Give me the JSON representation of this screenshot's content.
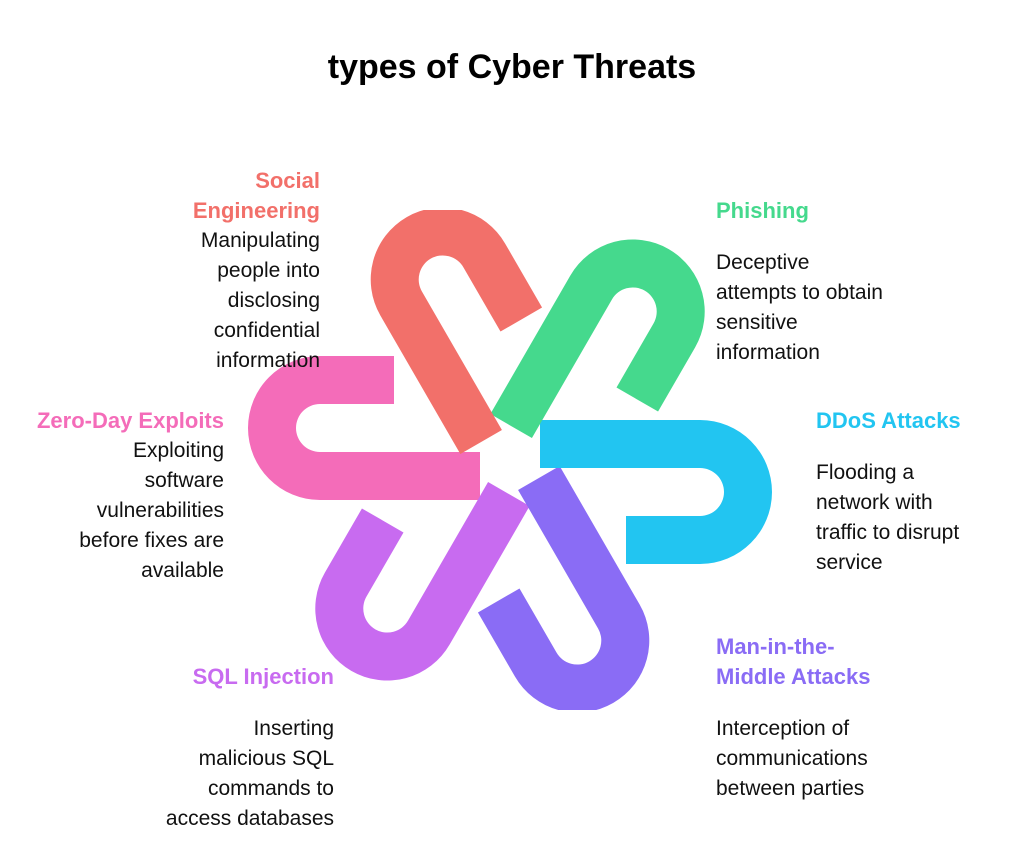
{
  "title": "types of Cyber Threats",
  "colors": {
    "social": "#F2706A",
    "phishing": "#45D98D",
    "ddos": "#22C5F1",
    "mitm": "#8A6CF5",
    "sql": "#C86BF0",
    "zero": "#F46CB9"
  },
  "threats": {
    "social": {
      "head1": "Social",
      "head2": "Engineering",
      "desc": [
        "Manipulating",
        "people into",
        "disclosing",
        "confidential",
        "information"
      ]
    },
    "phishing": {
      "head": "Phishing",
      "desc": [
        "Deceptive",
        "attempts to obtain",
        "sensitive",
        "information"
      ]
    },
    "zero": {
      "head": "Zero-Day Exploits",
      "desc": [
        "Exploiting",
        "software",
        "vulnerabilities",
        "before fixes are",
        "available"
      ]
    },
    "ddos": {
      "head": "DDoS Attacks",
      "desc": [
        "Flooding a",
        "network with",
        "traffic to disrupt",
        "service"
      ]
    },
    "sql": {
      "head": "SQL Injection",
      "desc": [
        "Inserting",
        "malicious SQL",
        "commands to",
        "access databases"
      ]
    },
    "mitm": {
      "head1": "Man-in-the-",
      "head2": "Middle Attacks",
      "desc": [
        "Interception of",
        "communications",
        "between parties"
      ]
    }
  }
}
